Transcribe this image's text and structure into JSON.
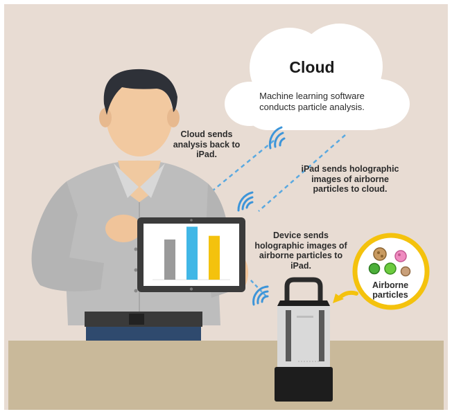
{
  "cloud": {
    "title": "Cloud",
    "description": "Machine learning software conducts particle analysis."
  },
  "labels": {
    "cloud_sends": "Cloud sends analysis back to iPad.",
    "ipad_sends": "iPad sends holographic images of airborne particles to cloud.",
    "device_sends": "Device sends holographic images of airborne particles to iPad.",
    "airborne_particles": "Airborne particles"
  },
  "tablet_chart": {
    "type": "bar",
    "values": [
      0.66,
      0.87,
      0.72
    ],
    "colors": [
      "#9a9a9a",
      "#41b7e6",
      "#f4c20d"
    ]
  },
  "colors": {
    "background": "#e8dcd3",
    "table": "#c9b99a",
    "accent_yellow": "#f4c20d",
    "wireless_blue": "#4aa3df"
  }
}
